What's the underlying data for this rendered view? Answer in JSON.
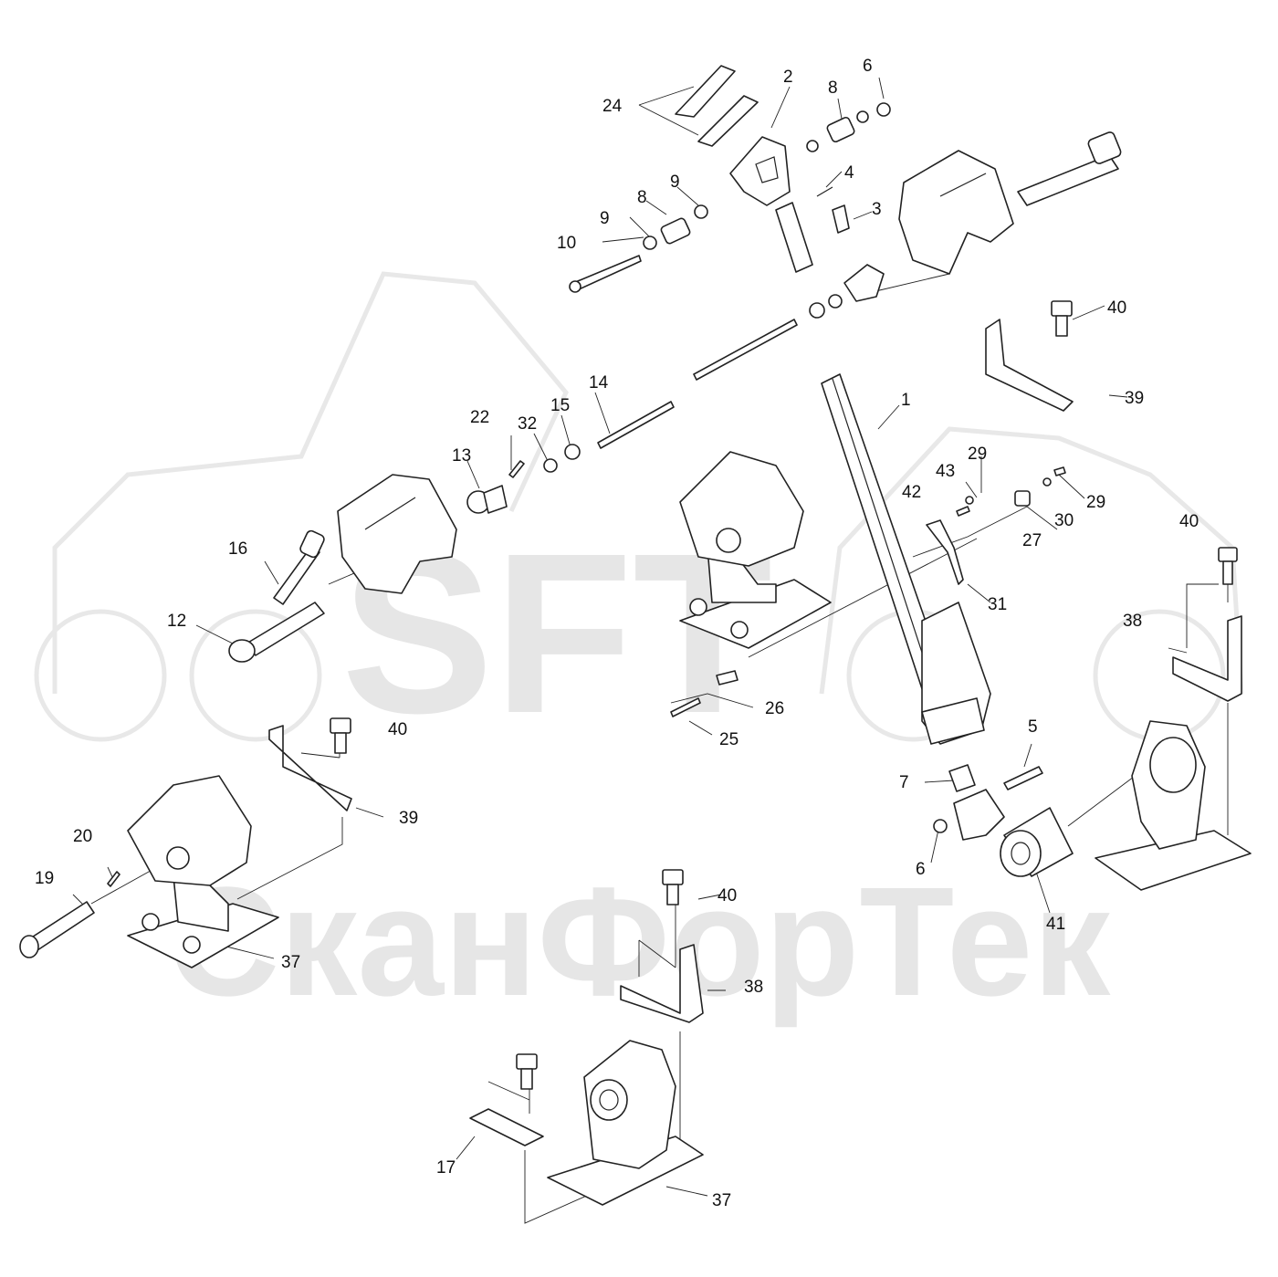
{
  "watermark": {
    "logo_text": "SFT",
    "brand_text": "СканФорТек"
  },
  "labels": [
    "1",
    "2",
    "3",
    "4",
    "5",
    "6",
    "6",
    "7",
    "8",
    "8",
    "9",
    "9",
    "10",
    "12",
    "13",
    "14",
    "15",
    "16",
    "17",
    "19",
    "20",
    "22",
    "24",
    "25",
    "26",
    "27",
    "29",
    "29",
    "30",
    "31",
    "32",
    "37",
    "37",
    "38",
    "38",
    "39",
    "39",
    "40",
    "40",
    "40",
    "40",
    "41",
    "42",
    "43"
  ]
}
